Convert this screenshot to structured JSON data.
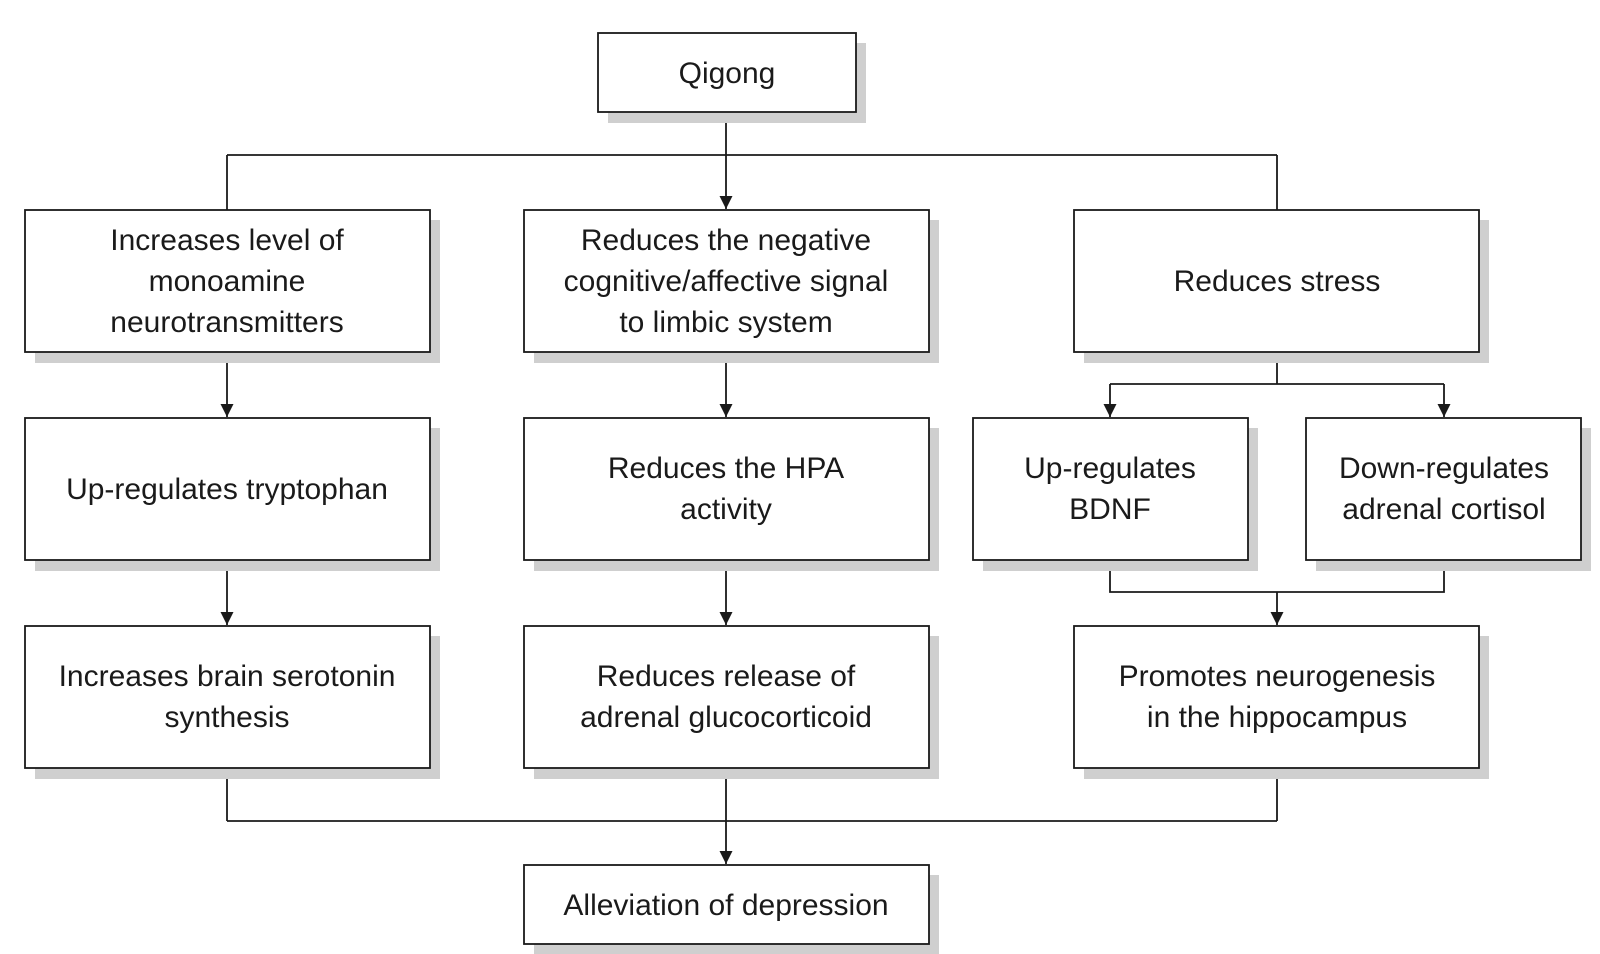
{
  "nodes": {
    "qigong": [
      "Qigong"
    ],
    "monoamine": [
      "Increases level of",
      "monoamine",
      "neurotransmitters"
    ],
    "cognitive": [
      "Reduces the negative",
      "cognitive/affective signal",
      "to limbic system"
    ],
    "stress": [
      "Reduces stress"
    ],
    "tryptophan": [
      "Up-regulates tryptophan"
    ],
    "hpa": [
      "Reduces the HPA",
      "activity"
    ],
    "bdnf": [
      "Up-regulates",
      "BDNF"
    ],
    "cortisol": [
      "Down-regulates",
      "adrenal cortisol"
    ],
    "serotonin": [
      "Increases brain serotonin",
      "synthesis"
    ],
    "glucocorticoid": [
      "Reduces release of",
      "adrenal glucocorticoid"
    ],
    "neurogenesis": [
      "Promotes neurogenesis",
      "in the hippocampus"
    ],
    "depression": [
      "Alleviation of depression"
    ]
  }
}
